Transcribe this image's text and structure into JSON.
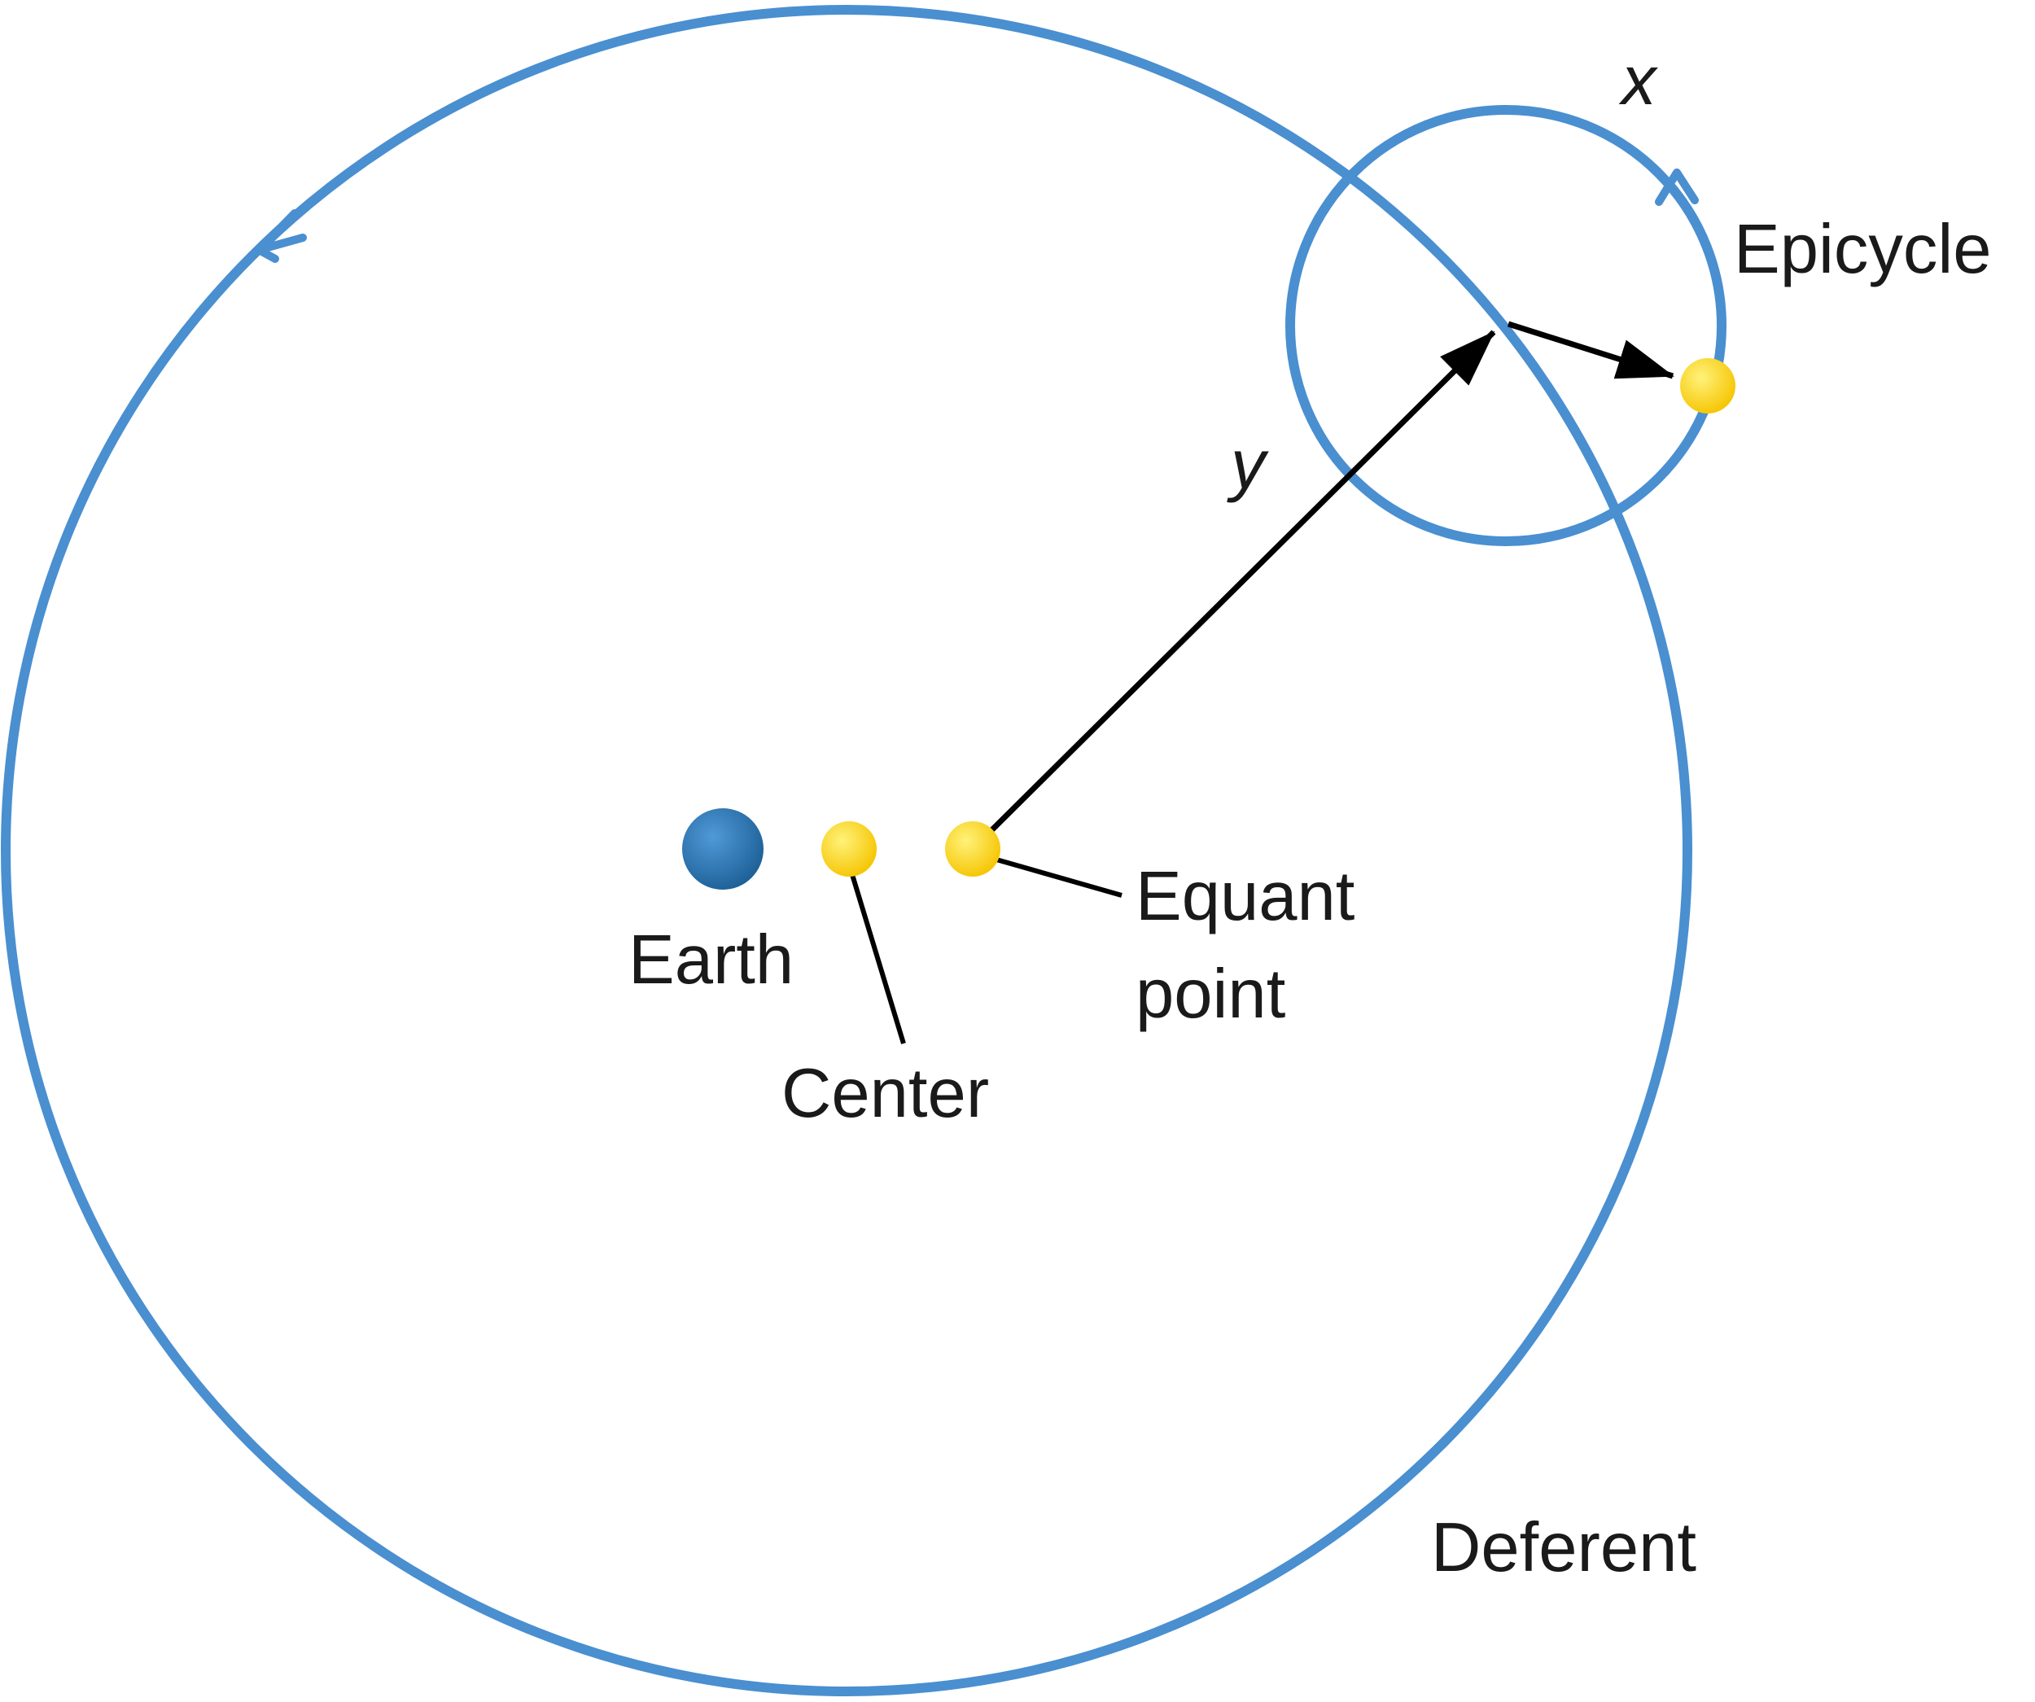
{
  "labels": {
    "earth": "Earth",
    "center": "Center",
    "equant_line1": "Equant",
    "equant_line2": "point",
    "epicycle": "Epicycle",
    "deferent": "Deferent",
    "x": "x",
    "y": "y"
  },
  "colors": {
    "orbit": "#4a8fd0",
    "vector": "#000000",
    "earth": "#1d5f96",
    "earth_highlight": "#4f9ad8",
    "point": "#f5c400",
    "point_highlight": "#fff27a",
    "leader": "#000000"
  }
}
